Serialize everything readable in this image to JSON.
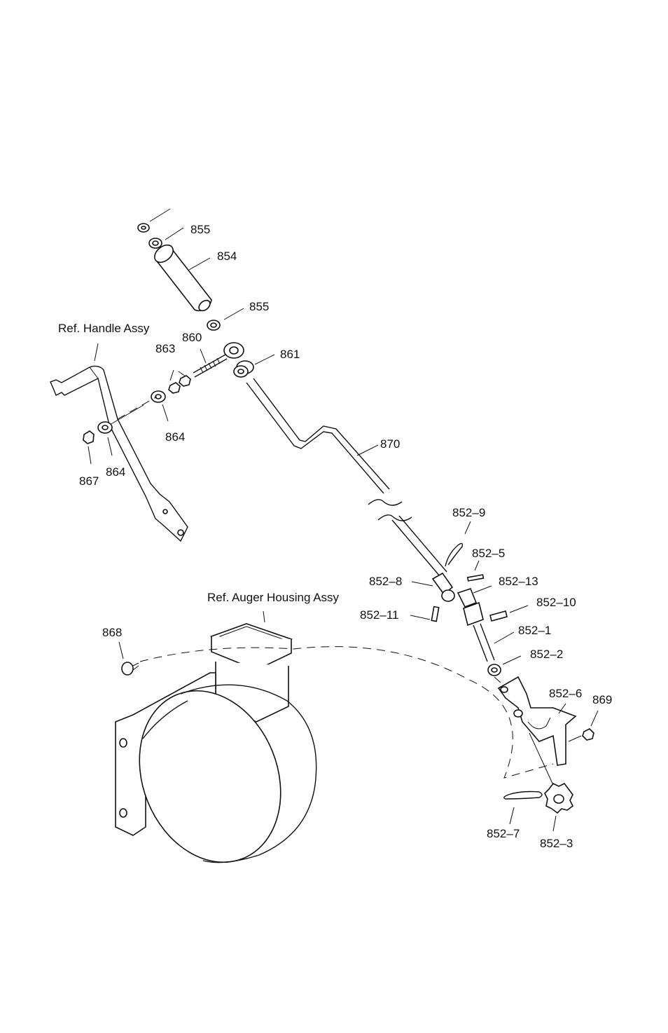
{
  "labels": {
    "ref_handle": "Ref. Handle Assy",
    "ref_auger": "Ref. Auger Housing Assy",
    "p855a": "855",
    "p854": "854",
    "p855b": "855",
    "p863": "863",
    "p860": "860",
    "p861": "861",
    "p864a": "864",
    "p864b": "864",
    "p867": "867",
    "p870": "870",
    "p852_9": "852–9",
    "p852_5": "852–5",
    "p852_8": "852–8",
    "p852_13": "852–13",
    "p852_10": "852–10",
    "p852_11": "852–11",
    "p852_1": "852–1",
    "p852_2": "852–2",
    "p868": "868",
    "p852_6": "852–6",
    "p869": "869",
    "p852_7": "852–7",
    "p852_3": "852–3"
  }
}
